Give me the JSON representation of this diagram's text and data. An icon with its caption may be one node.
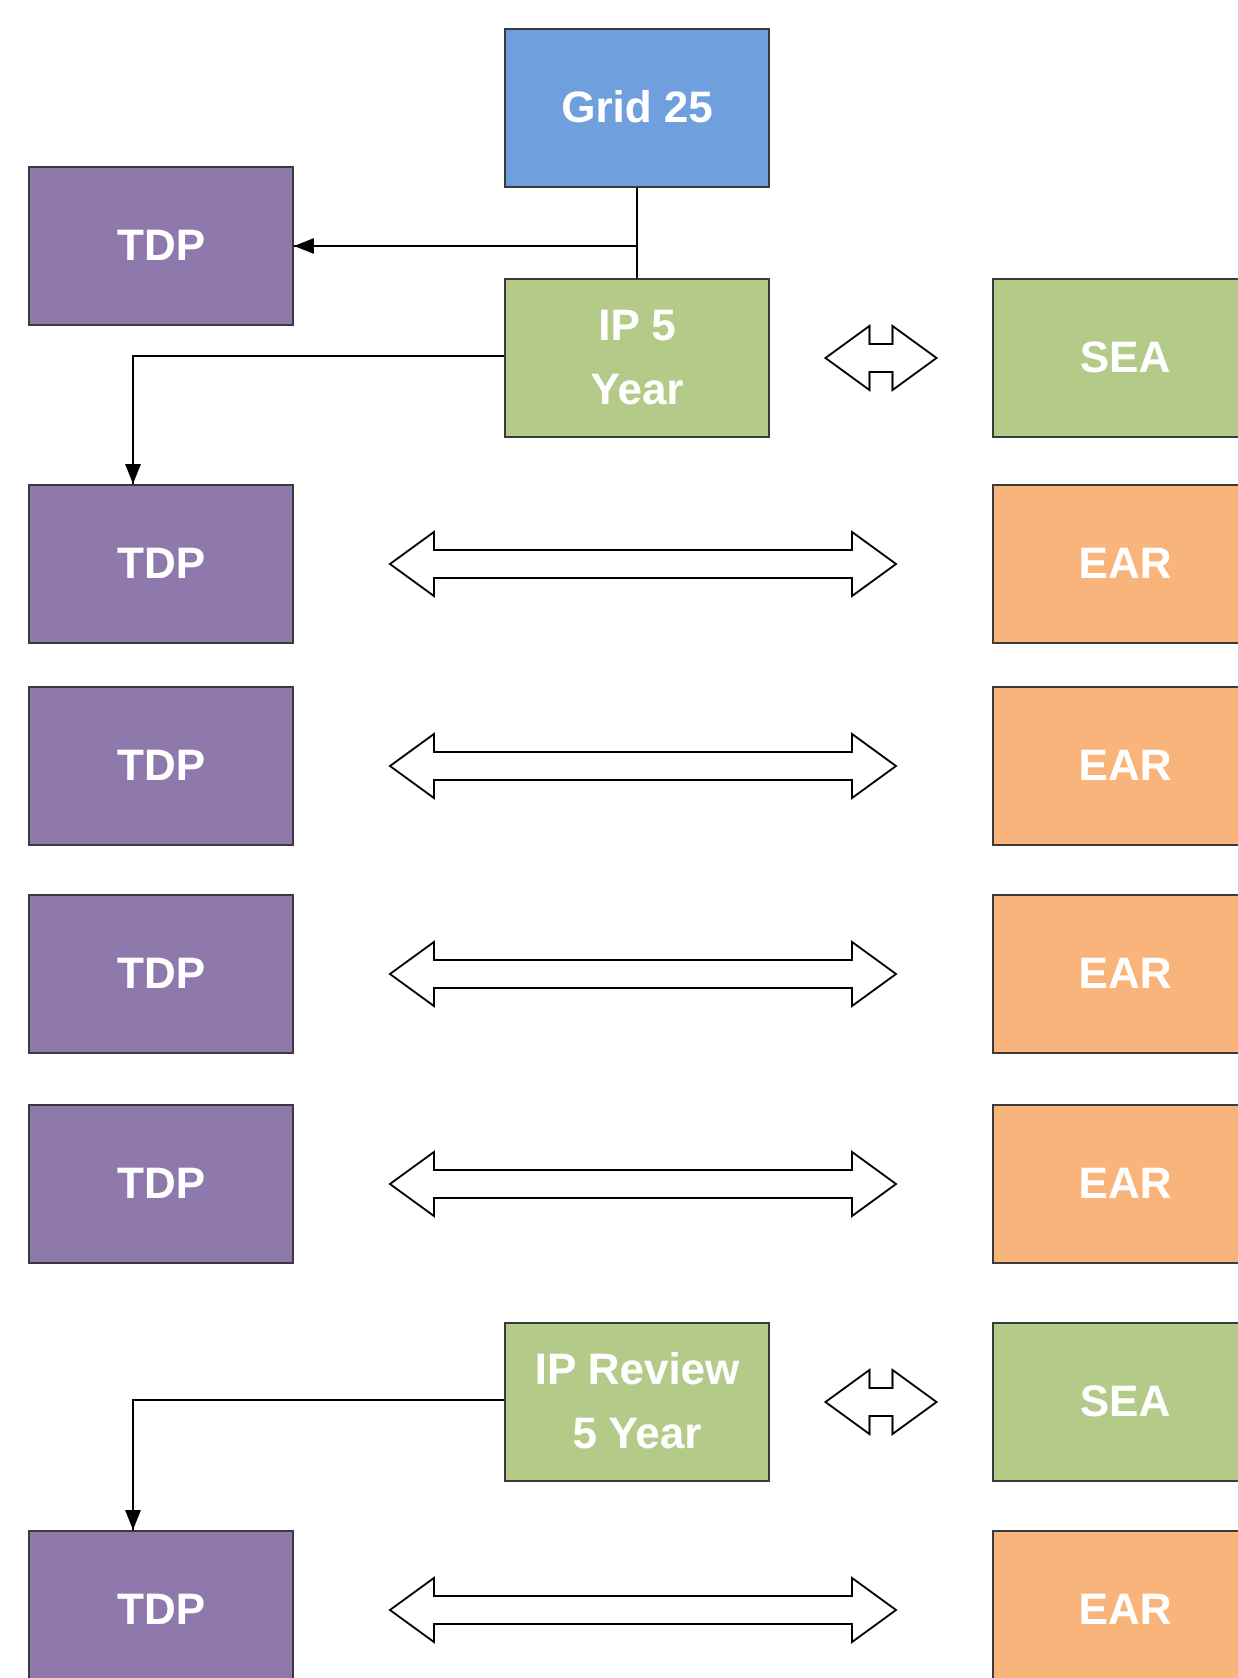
{
  "diagram": {
    "nodes": [
      {
        "text": [
          "Grid 25"
        ]
      },
      {
        "text": [
          "TDP"
        ]
      },
      {
        "text": [
          "IP 5 Year"
        ]
      },
      {
        "text": [
          "SEA"
        ]
      },
      {
        "text": [
          "TDP"
        ]
      },
      {
        "text": [
          "EAR"
        ]
      },
      {
        "text": [
          "TDP"
        ]
      },
      {
        "text": [
          "EAR"
        ]
      },
      {
        "text": [
          "TDP"
        ]
      },
      {
        "text": [
          "EAR"
        ]
      },
      {
        "text": [
          "TDP"
        ]
      },
      {
        "text": [
          "EAR"
        ]
      },
      {
        "text": [
          "IP Review 5 Year"
        ]
      },
      {
        "text": [
          "SEA"
        ]
      },
      {
        "text": [
          "TDP"
        ]
      },
      {
        "text": [
          "EAR"
        ]
      }
    ],
    "edges": [
      {
        "from": 0,
        "to": 1,
        "arrow": "to"
      },
      {
        "from": 0,
        "to": 2,
        "arrow": "none"
      },
      {
        "from": 2,
        "to": 4,
        "arrow": "to"
      },
      {
        "from": 2,
        "to": 3,
        "arrow": "both"
      },
      {
        "from": 4,
        "to": 5,
        "arrow": "both"
      },
      {
        "from": 6,
        "to": 7,
        "arrow": "both"
      },
      {
        "from": 8,
        "to": 9,
        "arrow": "both"
      },
      {
        "from": 10,
        "to": 11,
        "arrow": "both"
      },
      {
        "from": 12,
        "to": 14,
        "arrow": "to"
      },
      {
        "from": 12,
        "to": 13,
        "arrow": "both"
      },
      {
        "from": 14,
        "to": 15,
        "arrow": "both"
      }
    ]
  }
}
